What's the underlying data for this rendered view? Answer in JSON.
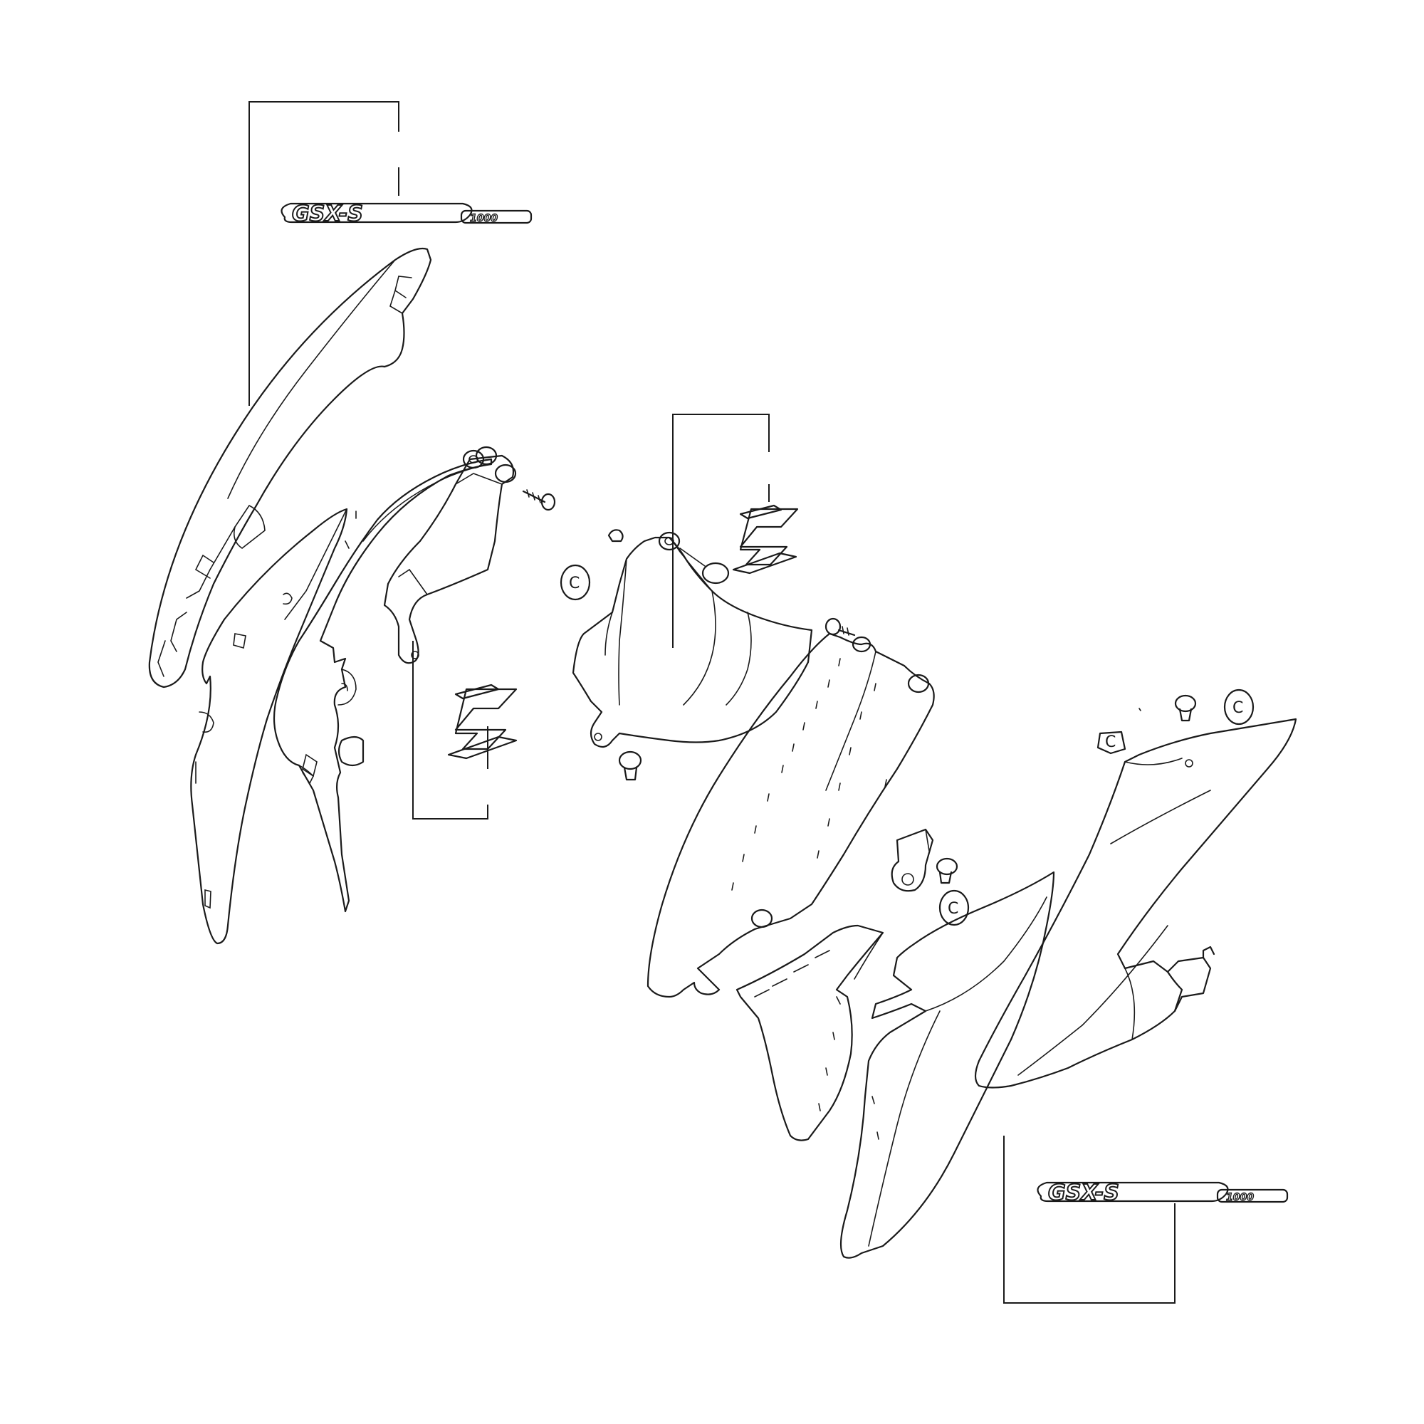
{
  "emblems": {
    "model_text": "GSX-S",
    "model_sub": "1000",
    "clip_letter": "C"
  }
}
